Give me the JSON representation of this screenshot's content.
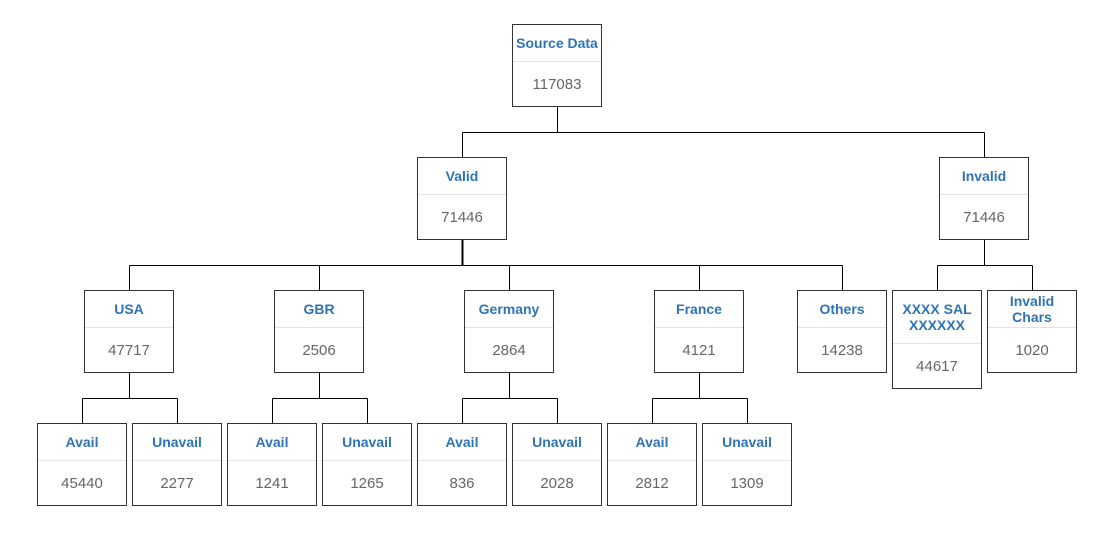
{
  "colors": {
    "title": "#2e74b5",
    "value": "#666666",
    "border": "#333333",
    "divider": "#e2e2e2",
    "edge": "#000000"
  },
  "nodes": {
    "source": {
      "label": "Source Data",
      "value": "117083"
    },
    "valid": {
      "label": "Valid",
      "value": "71446"
    },
    "invalid": {
      "label": "Invalid",
      "value": "71446"
    },
    "usa": {
      "label": "USA",
      "value": "47717"
    },
    "gbr": {
      "label": "GBR",
      "value": "2506"
    },
    "germany": {
      "label": "Germany",
      "value": "2864"
    },
    "france": {
      "label": "France",
      "value": "4121"
    },
    "others": {
      "label": "Others",
      "value": "14238"
    },
    "xxxx": {
      "label": "XXXX SAL XXXXXX",
      "value": "44617"
    },
    "invalidchars": {
      "label": "Invalid Chars",
      "value": "1020"
    },
    "usa_avail": {
      "label": "Avail",
      "value": "45440"
    },
    "usa_unavail": {
      "label": "Unavail",
      "value": "2277"
    },
    "gbr_avail": {
      "label": "Avail",
      "value": "1241"
    },
    "gbr_unavail": {
      "label": "Unavail",
      "value": "1265"
    },
    "germany_avail": {
      "label": "Avail",
      "value": "836"
    },
    "germany_unavail": {
      "label": "Unavail",
      "value": "2028"
    },
    "france_avail": {
      "label": "Avail",
      "value": "2812"
    },
    "france_unavail": {
      "label": "Unavail",
      "value": "1309"
    }
  },
  "edges": [
    [
      "source",
      "valid"
    ],
    [
      "source",
      "invalid"
    ],
    [
      "valid",
      "usa"
    ],
    [
      "valid",
      "gbr"
    ],
    [
      "valid",
      "germany"
    ],
    [
      "valid",
      "france"
    ],
    [
      "valid",
      "others"
    ],
    [
      "invalid",
      "xxxx"
    ],
    [
      "invalid",
      "invalidchars"
    ],
    [
      "usa",
      "usa_avail"
    ],
    [
      "usa",
      "usa_unavail"
    ],
    [
      "gbr",
      "gbr_avail"
    ],
    [
      "gbr",
      "gbr_unavail"
    ],
    [
      "germany",
      "germany_avail"
    ],
    [
      "germany",
      "germany_unavail"
    ],
    [
      "france",
      "france_avail"
    ],
    [
      "france",
      "france_unavail"
    ]
  ]
}
